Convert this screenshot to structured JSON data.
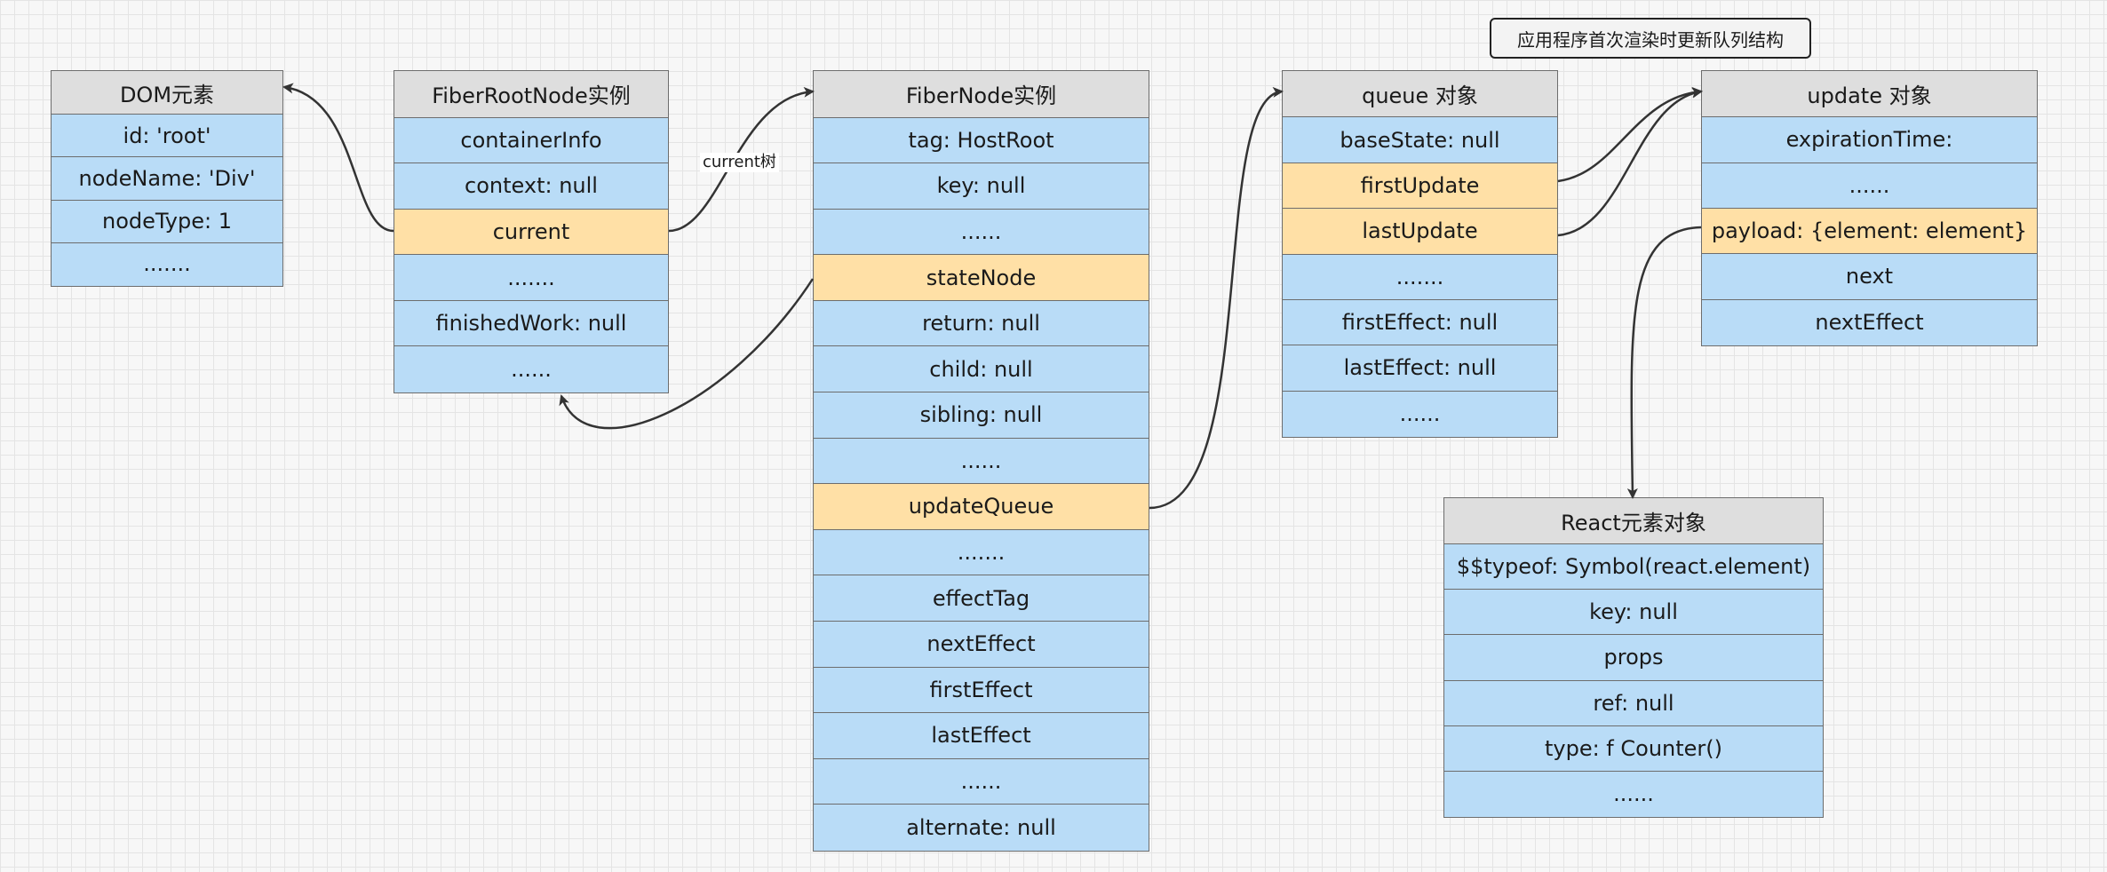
{
  "title": "应用程序首次渲染时更新队列结构",
  "edge_labels": {
    "current_tree": "current树"
  },
  "boxes": {
    "dom": {
      "header": "DOM元素",
      "rows": [
        {
          "text": "id: 'root'",
          "hl": false
        },
        {
          "text": "nodeName: 'Div'",
          "hl": false
        },
        {
          "text": "nodeType: 1",
          "hl": false
        },
        {
          "text": ".......",
          "hl": false
        }
      ]
    },
    "fiber_root": {
      "header": "FiberRootNode实例",
      "rows": [
        {
          "text": "containerInfo",
          "hl": false
        },
        {
          "text": "context: null",
          "hl": false
        },
        {
          "text": "current",
          "hl": true
        },
        {
          "text": ".......",
          "hl": false
        },
        {
          "text": "finishedWork: null",
          "hl": false
        },
        {
          "text": "......",
          "hl": false
        }
      ]
    },
    "fiber_node": {
      "header": "FiberNode实例",
      "rows": [
        {
          "text": "tag: HostRoot",
          "hl": false
        },
        {
          "text": "key: null",
          "hl": false
        },
        {
          "text": "......",
          "hl": false
        },
        {
          "text": "stateNode",
          "hl": true
        },
        {
          "text": "return: null",
          "hl": false
        },
        {
          "text": "child: null",
          "hl": false
        },
        {
          "text": "sibling: null",
          "hl": false
        },
        {
          "text": "......",
          "hl": false
        },
        {
          "text": "updateQueue",
          "hl": true
        },
        {
          "text": ".......",
          "hl": false
        },
        {
          "text": "effectTag",
          "hl": false
        },
        {
          "text": "nextEffect",
          "hl": false
        },
        {
          "text": "firstEffect",
          "hl": false
        },
        {
          "text": "lastEffect",
          "hl": false
        },
        {
          "text": "......",
          "hl": false
        },
        {
          "text": "alternate: null",
          "hl": false
        }
      ]
    },
    "queue": {
      "header": "queue 对象",
      "rows": [
        {
          "text": "baseState: null",
          "hl": false
        },
        {
          "text": "firstUpdate",
          "hl": true
        },
        {
          "text": "lastUpdate",
          "hl": true
        },
        {
          "text": ".......",
          "hl": false
        },
        {
          "text": "firstEffect: null",
          "hl": false
        },
        {
          "text": "lastEffect: null",
          "hl": false
        },
        {
          "text": "......",
          "hl": false
        }
      ]
    },
    "update": {
      "header": "update 对象",
      "rows": [
        {
          "text": "expirationTime:",
          "hl": false
        },
        {
          "text": "......",
          "hl": false
        },
        {
          "text": "payload: {element: element}",
          "hl": true
        },
        {
          "text": "next",
          "hl": false
        },
        {
          "text": "nextEffect",
          "hl": false
        }
      ]
    },
    "react_element": {
      "header": "React元素对象",
      "rows": [
        {
          "text": "$$typeof: Symbol(react.element)",
          "hl": false
        },
        {
          "text": "key: null",
          "hl": false
        },
        {
          "text": "props",
          "hl": false
        },
        {
          "text": "ref: null",
          "hl": false
        },
        {
          "text": "type: f Counter()",
          "hl": false
        },
        {
          "text": "......",
          "hl": false
        }
      ]
    }
  }
}
